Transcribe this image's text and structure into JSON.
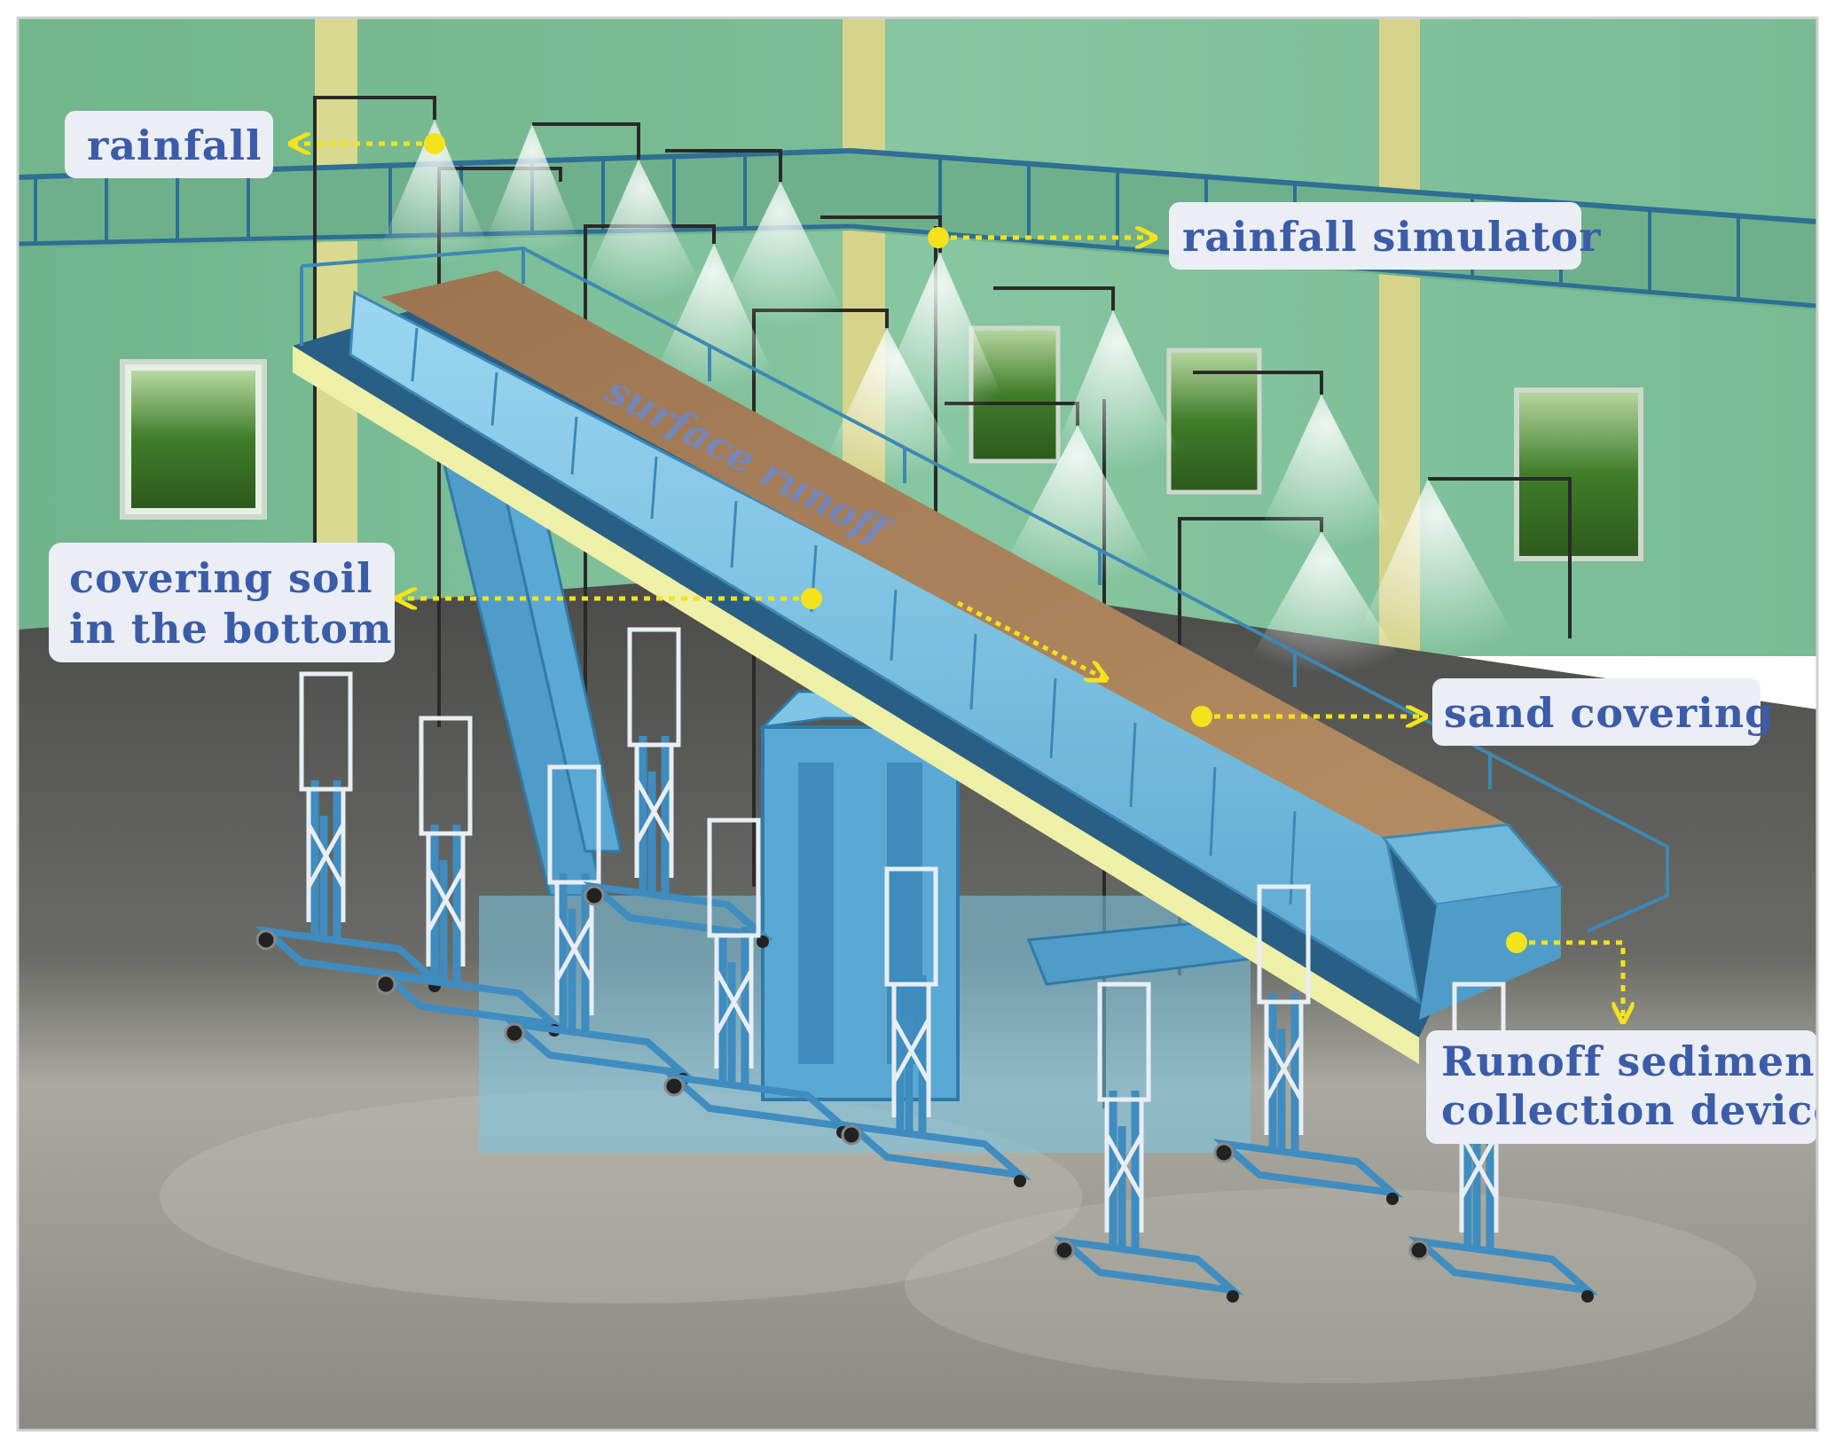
{
  "labels": {
    "rainfall": "rainfall",
    "rainfall_simulator": "rainfall simulator",
    "covering_soil_line1": "covering soil",
    "covering_soil_line2": "in the bottom",
    "sand_covering": "sand covering",
    "runoff_collection_line1": "Runoff sediment",
    "runoff_collection_line2": "collection device",
    "surface_runoff": "surface runoff"
  },
  "colors": {
    "wall": "#7dbf98",
    "pillar": "#d8d890",
    "floor_dark": "#5b5b58",
    "floor_light": "#b8b8ae",
    "steel": "#4f9cc8",
    "steel_light": "#8fd0ec",
    "soil": "#a9805a",
    "label_bg": "#eceef6",
    "label_text": "#3b5ca8",
    "pointer": "#f4e21a"
  }
}
